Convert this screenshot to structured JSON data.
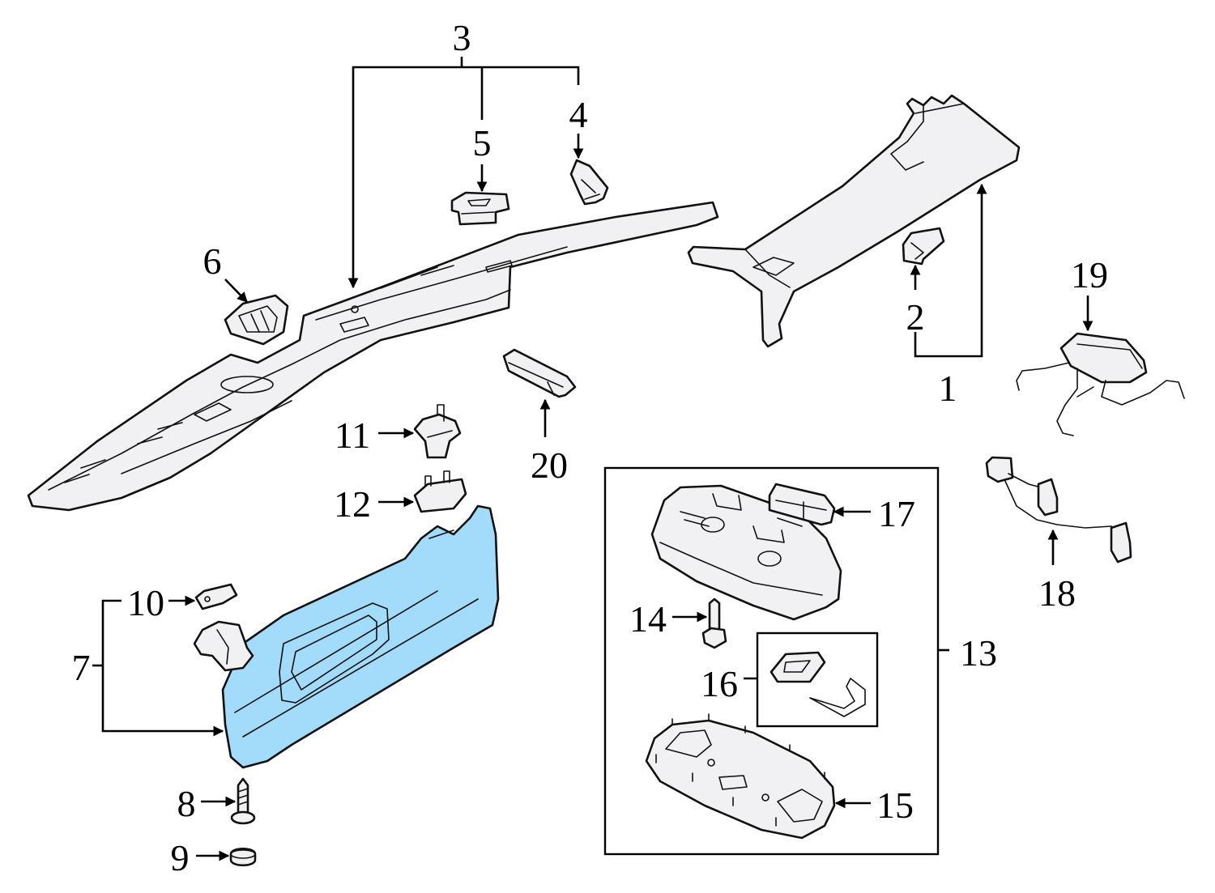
{
  "colors": {
    "highlight": "#a3dcfa",
    "outline": "#111111",
    "part_fill": "#f1f1f3",
    "background": "#ffffff"
  },
  "callouts": {
    "c1": "1",
    "c2": "2",
    "c3": "3",
    "c4": "4",
    "c5": "5",
    "c6": "6",
    "c7": "7",
    "c8": "8",
    "c9": "9",
    "c10": "10",
    "c11": "11",
    "c12": "12",
    "c13": "13",
    "c14": "14",
    "c15": "15",
    "c16": "16",
    "c17": "17",
    "c18": "18",
    "c19": "19",
    "c20": "20"
  },
  "highlighted_part": "7"
}
